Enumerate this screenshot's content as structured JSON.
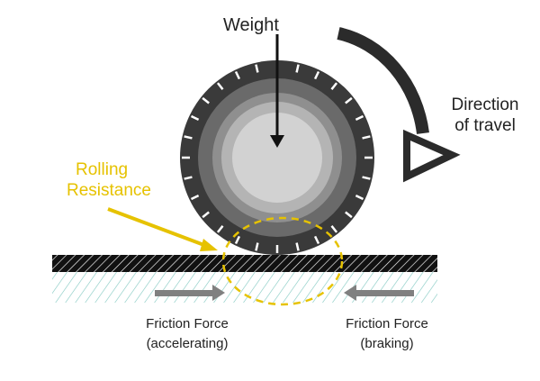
{
  "labels": {
    "weight": "Weight",
    "direction_line1": "Direction",
    "direction_line2": "of travel",
    "rolling_line1": "Rolling",
    "rolling_line2": "Resistance",
    "friction_accel_line1": "Friction Force",
    "friction_accel_line2": "(accelerating)",
    "friction_brake_line1": "Friction Force",
    "friction_brake_line2": "(braking)"
  },
  "colors": {
    "tire_outer": "#3a3a3a",
    "tire_ring2": "#6a6a6a",
    "tire_ring3": "#8f8f8f",
    "tire_ring4": "#b4b4b4",
    "tire_center": "#d2d2d2",
    "road": "#111111",
    "ground_hatch": "#7fc8c0",
    "rolling_resistance": "#e6c200",
    "arrow_dark": "#2b2b2b",
    "friction_arrow": "#808080"
  }
}
